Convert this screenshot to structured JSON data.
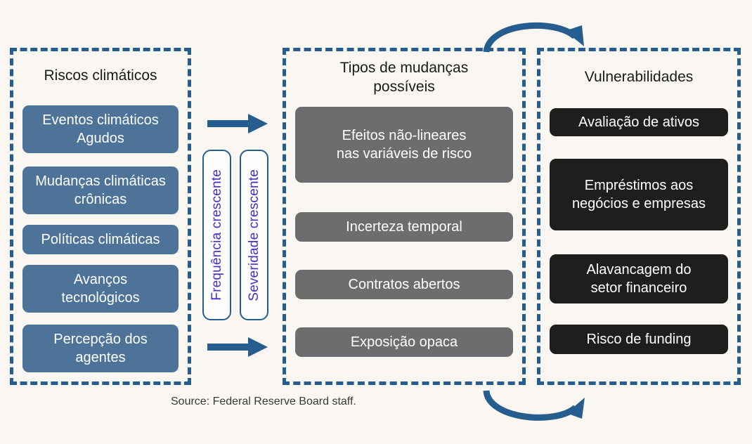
{
  "figure": {
    "background_color": "#faf7f2",
    "accent_color": "#255d8e",
    "caption": "Source: Federal Reserve Board staff."
  },
  "columns": [
    {
      "id": "riscos-climaticos",
      "title": "Riscos climáticos",
      "box_style": "blue",
      "box_color": "#4d7399",
      "items": [
        {
          "label": "Eventos climáticos\nAgudos"
        },
        {
          "label": "Mudanças climáticas\ncrônicas"
        },
        {
          "label": "Políticas climáticas"
        },
        {
          "label": "Avanços\ntecnológicos"
        },
        {
          "label": "Percepção dos\nagentes"
        }
      ]
    },
    {
      "id": "tipos-de-mudancas-possiveis",
      "title": "Tipos de mudanças\npossíveis",
      "box_style": "gray",
      "box_color": "#6d6d6d",
      "items": [
        {
          "label": "Efeitos não-lineares\nnas variáveis de risco"
        },
        {
          "label": "Incerteza temporal"
        },
        {
          "label": "Contratos abertos"
        },
        {
          "label": "Exposição opaca"
        }
      ]
    },
    {
      "id": "vulnerabilidades",
      "title": "Vulnerabilidades",
      "box_style": "black",
      "box_color": "#201e1d",
      "items": [
        {
          "label": "Avaliação de ativos"
        },
        {
          "label": "Empréstimos aos\nnegócios e empresas"
        },
        {
          "label": "Alavancagem do\nsetor financeiro"
        },
        {
          "label": "Risco de funding"
        }
      ]
    }
  ],
  "gradient_labels": [
    {
      "id": "frequencia",
      "text": "Frequência crescente",
      "color": "#4230c8"
    },
    {
      "id": "severidade",
      "text": "Severidade crescente",
      "color": "#4230c8"
    }
  ],
  "connectors": [
    {
      "id": "straight-arrow-top",
      "type": "straight",
      "direction": "right"
    },
    {
      "id": "straight-arrow-bottom",
      "type": "straight",
      "direction": "right"
    },
    {
      "id": "curved-arrow-top",
      "type": "curved",
      "direction": "right"
    },
    {
      "id": "curved-arrow-bottom",
      "type": "curved",
      "direction": "right"
    }
  ]
}
